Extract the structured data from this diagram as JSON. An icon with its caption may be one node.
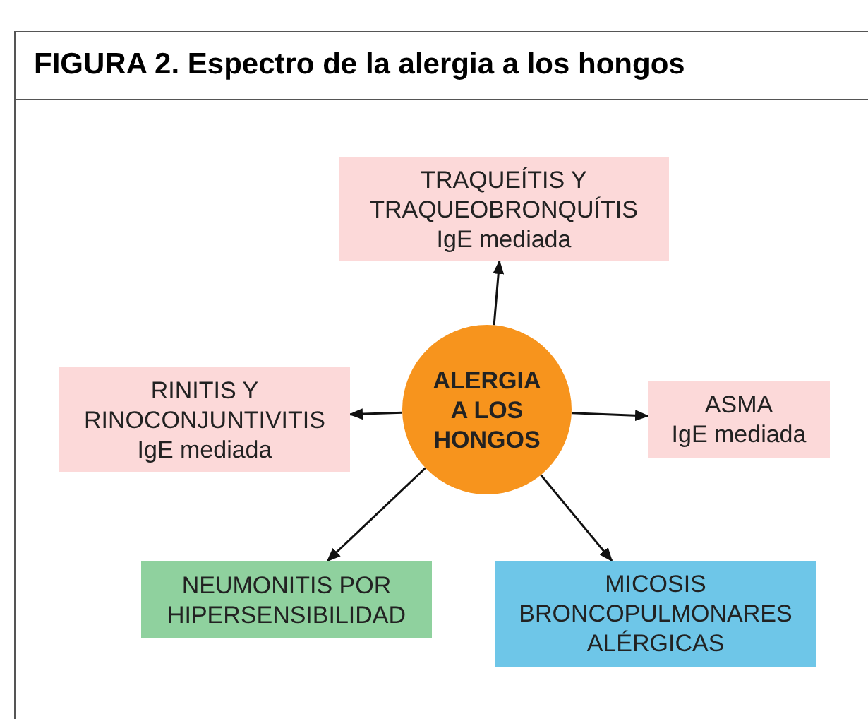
{
  "diagram": {
    "title": "FIGURA 2. Espectro de la alergia a los hongos",
    "nodes": [
      {
        "text": [
          "TRAQUEÍTIS Y TRAQUEOBRONQUÍTIS",
          "IgE mediada"
        ]
      },
      {
        "text": [
          "RINITIS Y RINOCONJUNTIVITIS",
          "IgE mediada"
        ]
      },
      {
        "text": [
          "ALERGIA A LOS HONGOS"
        ]
      },
      {
        "text": [
          "ASMA",
          "IgE mediada"
        ]
      },
      {
        "text": [
          "NEUMONITIS POR HIPERSENSIBILIDAD"
        ]
      },
      {
        "text": [
          "MICOSIS BRONCOPULMONARES ALÉRGICAS"
        ]
      }
    ],
    "edges": [
      {
        "from": 2,
        "to": 0,
        "arrow": "to"
      },
      {
        "from": 2,
        "to": 1,
        "arrow": "to"
      },
      {
        "from": 2,
        "to": 3,
        "arrow": "to"
      },
      {
        "from": 2,
        "to": 4,
        "arrow": "to"
      },
      {
        "from": 2,
        "to": 5,
        "arrow": "to"
      }
    ]
  }
}
